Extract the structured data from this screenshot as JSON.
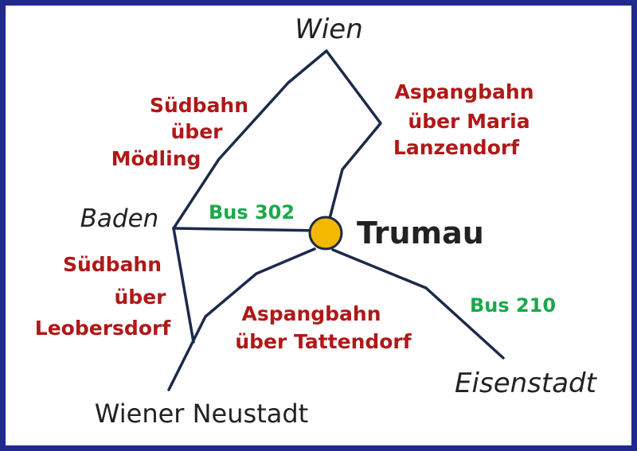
{
  "places": {
    "wien": "Wien",
    "baden": "Baden",
    "trumau": "Trumau",
    "wiener_neustadt": "Wiener Neustadt",
    "eisenstadt": "Eisenstadt"
  },
  "routes": {
    "suedbahn_moedling": [
      "Südbahn",
      "über",
      "Mödling"
    ],
    "aspangbahn_maria": [
      "Aspangbahn",
      "über Maria",
      "Lanzendorf"
    ],
    "suedbahn_leobersdorf": [
      "Südbahn",
      "über",
      "Leobersdorf"
    ],
    "aspangbahn_tattendorf": [
      "Aspangbahn",
      "über Tattendorf"
    ]
  },
  "bus": {
    "bus302": "Bus 302",
    "bus210": "Bus 210"
  },
  "colors": {
    "frame": "#1f2a8c",
    "rail_label": "#b01818",
    "bus_label": "#1aa84c",
    "station_fill": "#f5b800",
    "line": "#1c2a4a"
  }
}
